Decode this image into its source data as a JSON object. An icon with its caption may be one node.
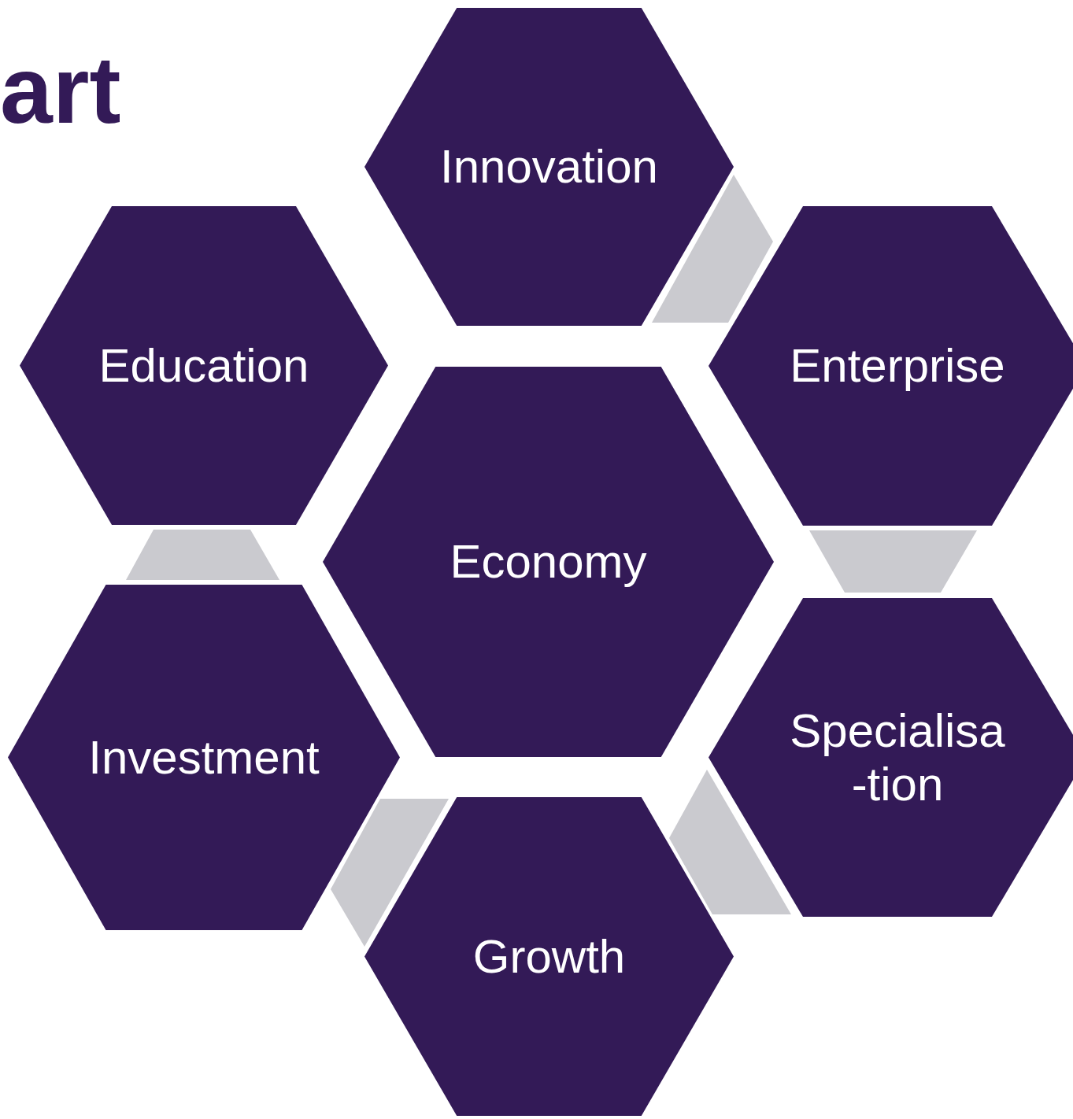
{
  "diagram": {
    "title": "art",
    "nodes": [
      {
        "text": [
          "Innovation"
        ]
      },
      {
        "text": [
          "Education"
        ]
      },
      {
        "text": [
          "Enterprise"
        ]
      },
      {
        "text": [
          "Economy"
        ]
      },
      {
        "text": [
          "Investment"
        ]
      },
      {
        "text": [
          "Specialisa -tion"
        ]
      },
      {
        "text": [
          "Growth"
        ]
      }
    ],
    "edges": [
      {
        "from": 0,
        "to": 2,
        "arrow": "none"
      },
      {
        "from": 2,
        "to": 5,
        "arrow": "none"
      },
      {
        "from": 5,
        "to": 6,
        "arrow": "none"
      },
      {
        "from": 6,
        "to": 4,
        "arrow": "none"
      },
      {
        "from": 4,
        "to": 1,
        "arrow": "none"
      }
    ]
  }
}
